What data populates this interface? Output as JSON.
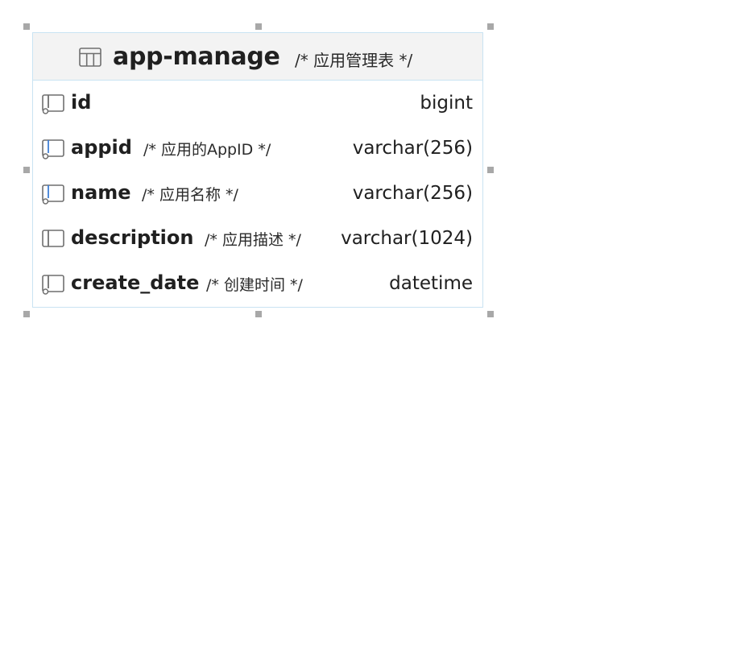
{
  "table": {
    "name": "app-manage",
    "comment": "/* 应用管理表 */",
    "fields": [
      {
        "name": "id",
        "comment": "",
        "type": "bigint",
        "icon": "primary-key-column-icon",
        "accent": "#6f6f6f"
      },
      {
        "name": "appid",
        "comment": "/* 应用的AppID */",
        "type": "varchar(256)",
        "icon": "indexed-column-icon",
        "accent": "#3f7fd6"
      },
      {
        "name": "name",
        "comment": "/* 应用名称 */",
        "type": "varchar(256)",
        "icon": "indexed-column-icon",
        "accent": "#3f7fd6"
      },
      {
        "name": "description",
        "comment": "/* 应用描述 */",
        "type": "varchar(1024)",
        "icon": "column-icon",
        "accent": "#6f6f6f"
      },
      {
        "name": "create_date",
        "comment": "/* 创建时间 */",
        "type": "datetime",
        "icon": "key-column-icon",
        "accent": "#6f6f6f"
      }
    ]
  },
  "colors": {
    "border": "#c9e3f2",
    "header_bg": "#f3f3f3",
    "handle": "#a8a8a8",
    "index_accent": "#3f7fd6"
  }
}
